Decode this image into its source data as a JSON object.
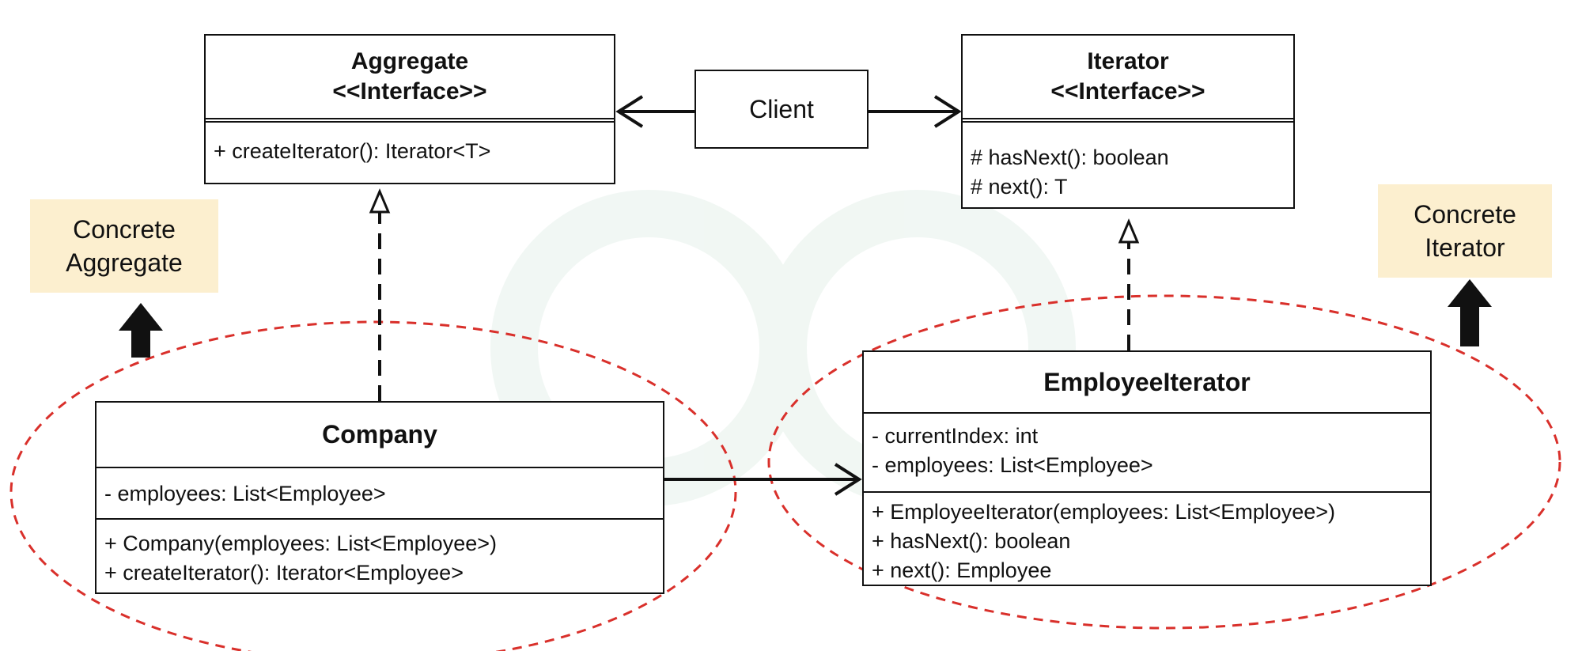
{
  "aggregate": {
    "title": "Aggregate",
    "stereotype": "<<Interface>>",
    "methods": [
      "+ createIterator(): Iterator<T>"
    ]
  },
  "iterator": {
    "title": "Iterator",
    "stereotype": "<<Interface>>",
    "methods": [
      "# hasNext(): boolean",
      "# next(): T"
    ]
  },
  "client": {
    "label": "Client"
  },
  "company": {
    "title": "Company",
    "attributes": [
      "- employees: List<Employee>"
    ],
    "methods": [
      "+ Company(employees: List<Employee>)",
      "+ createIterator(): Iterator<Employee>"
    ]
  },
  "employee_iterator": {
    "title": "EmployeeIterator",
    "attributes": [
      "- currentIndex: int",
      "- employees: List<Employee>"
    ],
    "methods": [
      "+ EmployeeIterator(employees: List<Employee>)",
      "+ hasNext(): boolean",
      "+ next(): Employee"
    ]
  },
  "notes": {
    "concrete_aggregate": [
      "Concrete",
      "Aggregate"
    ],
    "concrete_iterator": [
      "Concrete",
      "Iterator"
    ]
  },
  "colors": {
    "note_background": "#fcefcf",
    "highlight_ellipse": "#d9302b",
    "watermark": "#e8f2ec"
  }
}
